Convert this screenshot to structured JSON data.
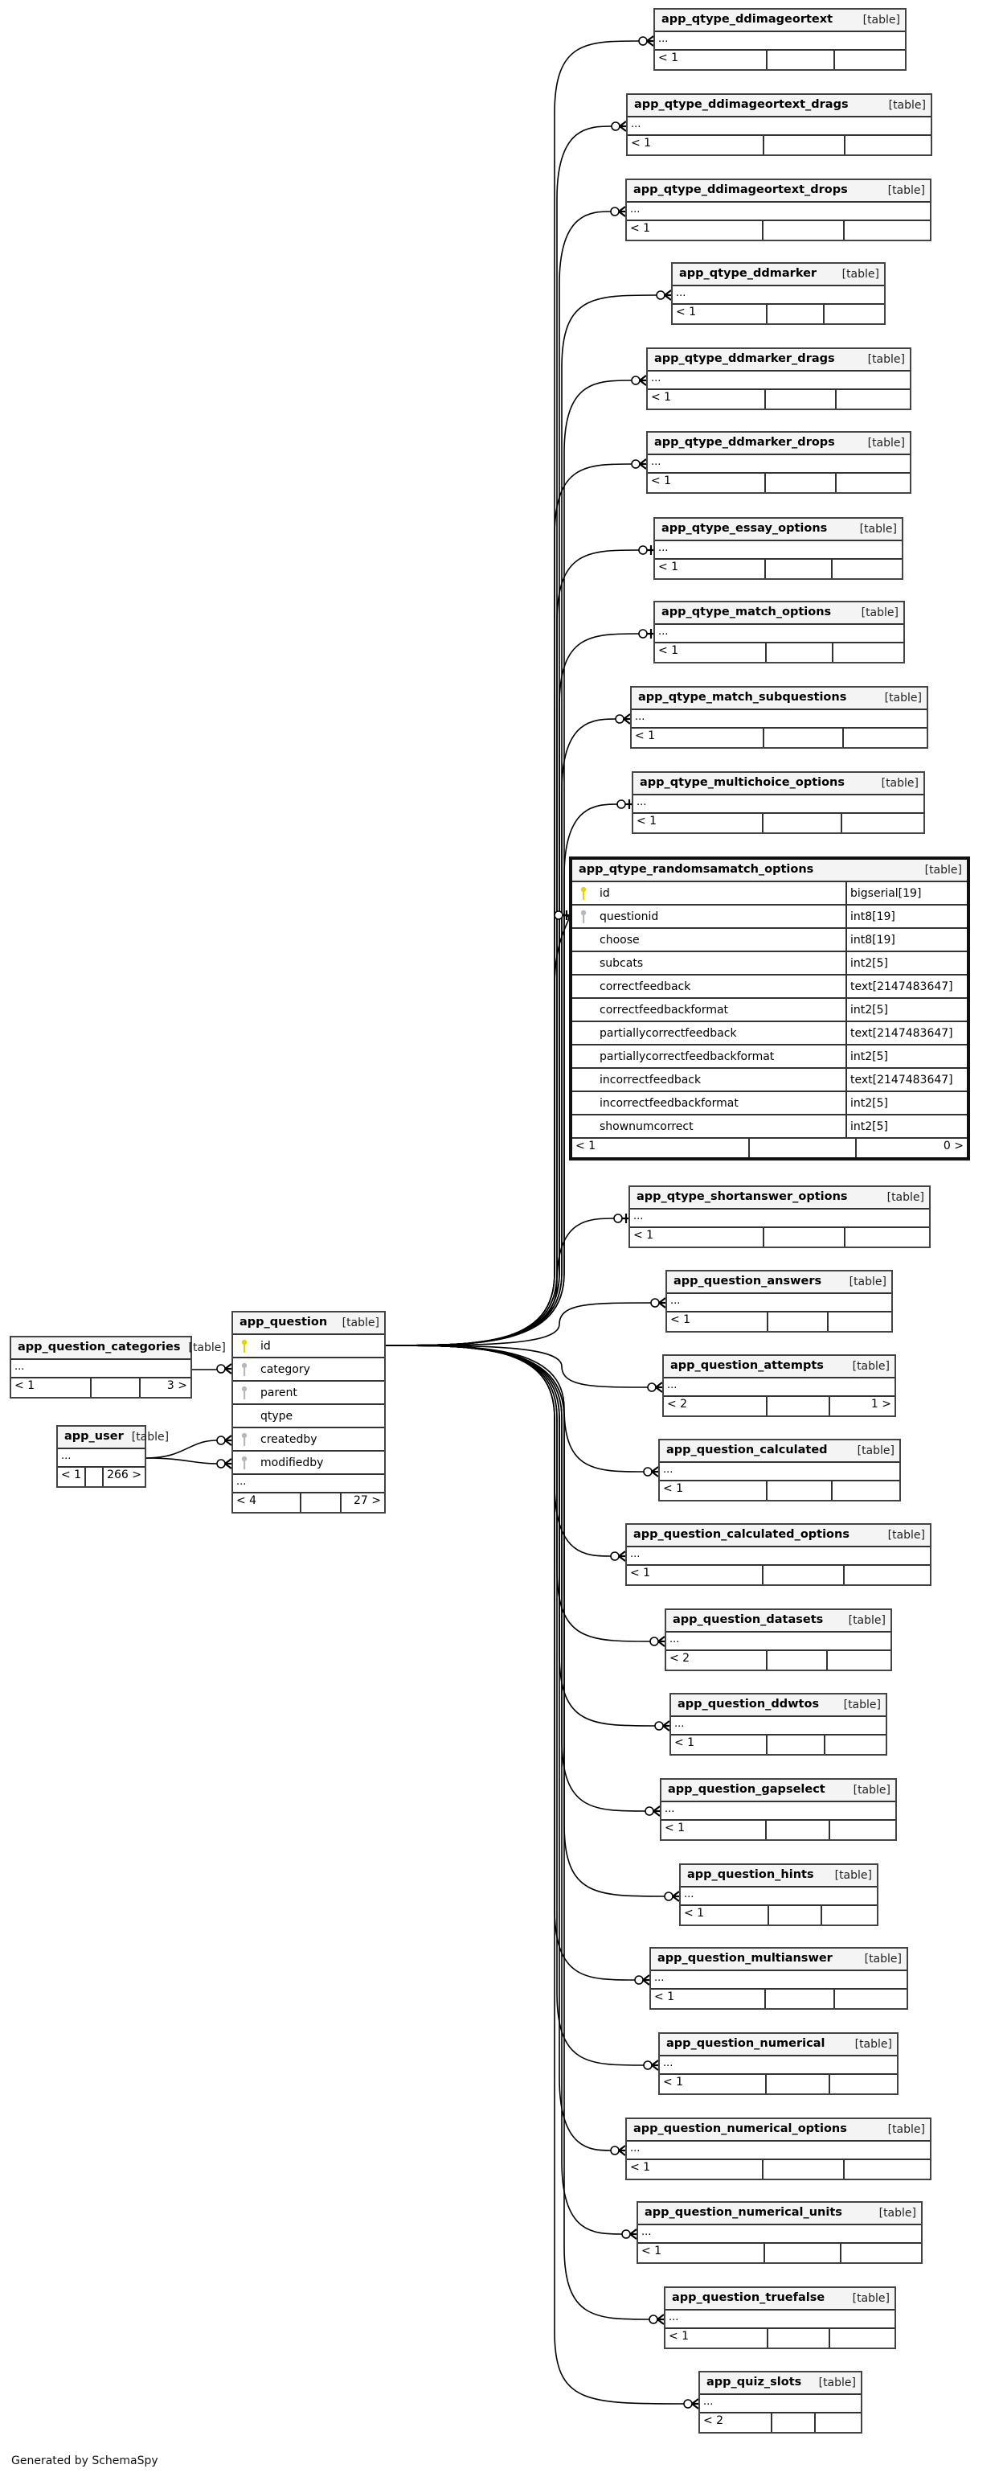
{
  "footer_text": "Generated by SchemaSpy",
  "key_colors": {
    "primary": "#e6d400",
    "foreign": "#b8b8b8"
  },
  "center_table": {
    "name": "app_question",
    "type": "[table]",
    "columns": [
      {
        "name": "id",
        "key": "primary"
      },
      {
        "name": "category",
        "key": "foreign"
      },
      {
        "name": "parent",
        "key": "foreign"
      },
      {
        "name": "qtype",
        "key": ""
      },
      {
        "name": "createdby",
        "key": "foreign"
      },
      {
        "name": "modifiedby",
        "key": "foreign"
      }
    ],
    "ellipsis": "...",
    "footer": {
      "parents": "< 4",
      "children": "27 >"
    }
  },
  "parent_tables": [
    {
      "name": "app_question_categories",
      "type": "[table]",
      "ellipsis": "...",
      "footer": {
        "parents": "< 1",
        "children": "3 >"
      }
    },
    {
      "name": "app_user",
      "type": "[table]",
      "ellipsis": "...",
      "footer": {
        "parents": "< 1",
        "children": "266 >"
      }
    }
  ],
  "child_tables": [
    {
      "name": "app_qtype_ddimageortext",
      "type": "[table]",
      "ellipsis": "...",
      "cardinality": "zero-or-many",
      "footer": {
        "parents": "< 1",
        "children": ""
      }
    },
    {
      "name": "app_qtype_ddimageortext_drags",
      "type": "[table]",
      "ellipsis": "...",
      "cardinality": "zero-or-many",
      "footer": {
        "parents": "< 1",
        "children": ""
      }
    },
    {
      "name": "app_qtype_ddimageortext_drops",
      "type": "[table]",
      "ellipsis": "...",
      "cardinality": "zero-or-many",
      "footer": {
        "parents": "< 1",
        "children": ""
      }
    },
    {
      "name": "app_qtype_ddmarker",
      "type": "[table]",
      "ellipsis": "...",
      "cardinality": "zero-or-many",
      "footer": {
        "parents": "< 1",
        "children": ""
      }
    },
    {
      "name": "app_qtype_ddmarker_drags",
      "type": "[table]",
      "ellipsis": "...",
      "cardinality": "zero-or-many",
      "footer": {
        "parents": "< 1",
        "children": ""
      }
    },
    {
      "name": "app_qtype_ddmarker_drops",
      "type": "[table]",
      "ellipsis": "...",
      "cardinality": "zero-or-many",
      "footer": {
        "parents": "< 1",
        "children": ""
      }
    },
    {
      "name": "app_qtype_essay_options",
      "type": "[table]",
      "ellipsis": "...",
      "cardinality": "zero-or-one",
      "footer": {
        "parents": "< 1",
        "children": ""
      }
    },
    {
      "name": "app_qtype_match_options",
      "type": "[table]",
      "ellipsis": "...",
      "cardinality": "zero-or-one",
      "footer": {
        "parents": "< 1",
        "children": ""
      }
    },
    {
      "name": "app_qtype_match_subquestions",
      "type": "[table]",
      "ellipsis": "...",
      "cardinality": "zero-or-many",
      "footer": {
        "parents": "< 1",
        "children": ""
      }
    },
    {
      "name": "app_qtype_multichoice_options",
      "type": "[table]",
      "ellipsis": "...",
      "cardinality": "zero-or-one",
      "footer": {
        "parents": "< 1",
        "children": ""
      }
    },
    {
      "name": "app_qtype_randomsamatch_options",
      "type": "[table]",
      "cardinality": "zero-or-one",
      "columns": [
        {
          "name": "id",
          "type": "bigserial[19]",
          "key": "primary"
        },
        {
          "name": "questionid",
          "type": "int8[19]",
          "key": "foreign"
        },
        {
          "name": "choose",
          "type": "int8[19]",
          "key": ""
        },
        {
          "name": "subcats",
          "type": "int2[5]",
          "key": ""
        },
        {
          "name": "correctfeedback",
          "type": "text[2147483647]",
          "key": ""
        },
        {
          "name": "correctfeedbackformat",
          "type": "int2[5]",
          "key": ""
        },
        {
          "name": "partiallycorrectfeedback",
          "type": "text[2147483647]",
          "key": ""
        },
        {
          "name": "partiallycorrectfeedbackformat",
          "type": "int2[5]",
          "key": ""
        },
        {
          "name": "incorrectfeedback",
          "type": "text[2147483647]",
          "key": ""
        },
        {
          "name": "incorrectfeedbackformat",
          "type": "int2[5]",
          "key": ""
        },
        {
          "name": "shownumcorrect",
          "type": "int2[5]",
          "key": ""
        }
      ],
      "footer": {
        "parents": "< 1",
        "children": "0 >"
      }
    },
    {
      "name": "app_qtype_shortanswer_options",
      "type": "[table]",
      "ellipsis": "...",
      "cardinality": "zero-or-one",
      "footer": {
        "parents": "< 1",
        "children": ""
      }
    },
    {
      "name": "app_question_answers",
      "type": "[table]",
      "ellipsis": "...",
      "cardinality": "zero-or-many",
      "footer": {
        "parents": "< 1",
        "children": ""
      }
    },
    {
      "name": "app_question_attempts",
      "type": "[table]",
      "ellipsis": "...",
      "cardinality": "zero-or-many",
      "footer": {
        "parents": "< 2",
        "children": "1 >"
      }
    },
    {
      "name": "app_question_calculated",
      "type": "[table]",
      "ellipsis": "...",
      "cardinality": "zero-or-many",
      "footer": {
        "parents": "< 1",
        "children": ""
      }
    },
    {
      "name": "app_question_calculated_options",
      "type": "[table]",
      "ellipsis": "...",
      "cardinality": "zero-or-many",
      "footer": {
        "parents": "< 1",
        "children": ""
      }
    },
    {
      "name": "app_question_datasets",
      "type": "[table]",
      "ellipsis": "...",
      "cardinality": "zero-or-many",
      "footer": {
        "parents": "< 2",
        "children": ""
      }
    },
    {
      "name": "app_question_ddwtos",
      "type": "[table]",
      "ellipsis": "...",
      "cardinality": "zero-or-many",
      "footer": {
        "parents": "< 1",
        "children": ""
      }
    },
    {
      "name": "app_question_gapselect",
      "type": "[table]",
      "ellipsis": "...",
      "cardinality": "zero-or-many",
      "footer": {
        "parents": "< 1",
        "children": ""
      }
    },
    {
      "name": "app_question_hints",
      "type": "[table]",
      "ellipsis": "...",
      "cardinality": "zero-or-many",
      "footer": {
        "parents": "< 1",
        "children": ""
      }
    },
    {
      "name": "app_question_multianswer",
      "type": "[table]",
      "ellipsis": "...",
      "cardinality": "zero-or-many",
      "footer": {
        "parents": "< 1",
        "children": ""
      }
    },
    {
      "name": "app_question_numerical",
      "type": "[table]",
      "ellipsis": "...",
      "cardinality": "zero-or-many",
      "footer": {
        "parents": "< 1",
        "children": ""
      }
    },
    {
      "name": "app_question_numerical_options",
      "type": "[table]",
      "ellipsis": "...",
      "cardinality": "zero-or-many",
      "footer": {
        "parents": "< 1",
        "children": ""
      }
    },
    {
      "name": "app_question_numerical_units",
      "type": "[table]",
      "ellipsis": "...",
      "cardinality": "zero-or-many",
      "footer": {
        "parents": "< 1",
        "children": ""
      }
    },
    {
      "name": "app_question_truefalse",
      "type": "[table]",
      "ellipsis": "...",
      "cardinality": "zero-or-many",
      "footer": {
        "parents": "< 1",
        "children": ""
      }
    },
    {
      "name": "app_quiz_slots",
      "type": "[table]",
      "ellipsis": "...",
      "cardinality": "zero-or-many",
      "footer": {
        "parents": "< 2",
        "children": ""
      }
    }
  ]
}
